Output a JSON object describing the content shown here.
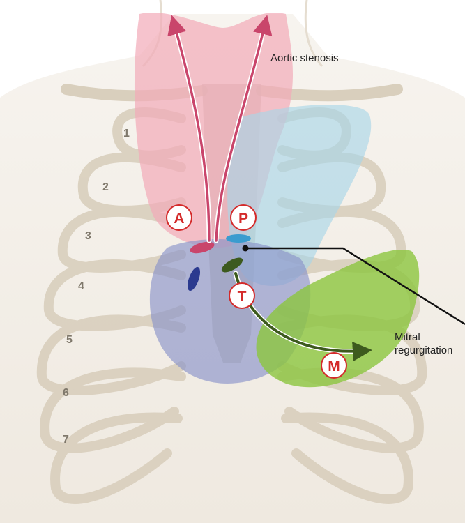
{
  "labels": {
    "aortic": "Aortic stenosis",
    "mitral_line1": "Mitral",
    "mitral_line2": "regurgitation"
  },
  "areas": {
    "aortic": "A",
    "pulmonic": "P",
    "tricuspid": "T",
    "mitral": "M"
  },
  "ribs": [
    "1",
    "2",
    "3",
    "4",
    "5",
    "6",
    "7"
  ],
  "colors": {
    "aortic_zone": "#f2a9b8",
    "pulmonic_zone": "#a9d6e8",
    "tricuspid_zone": "#8a93c9",
    "mitral_zone": "#8cc63f",
    "aortic_arrow": "#c9456b",
    "mitral_arrow": "#3d5a1e",
    "circle_text": "#d42a2a"
  }
}
